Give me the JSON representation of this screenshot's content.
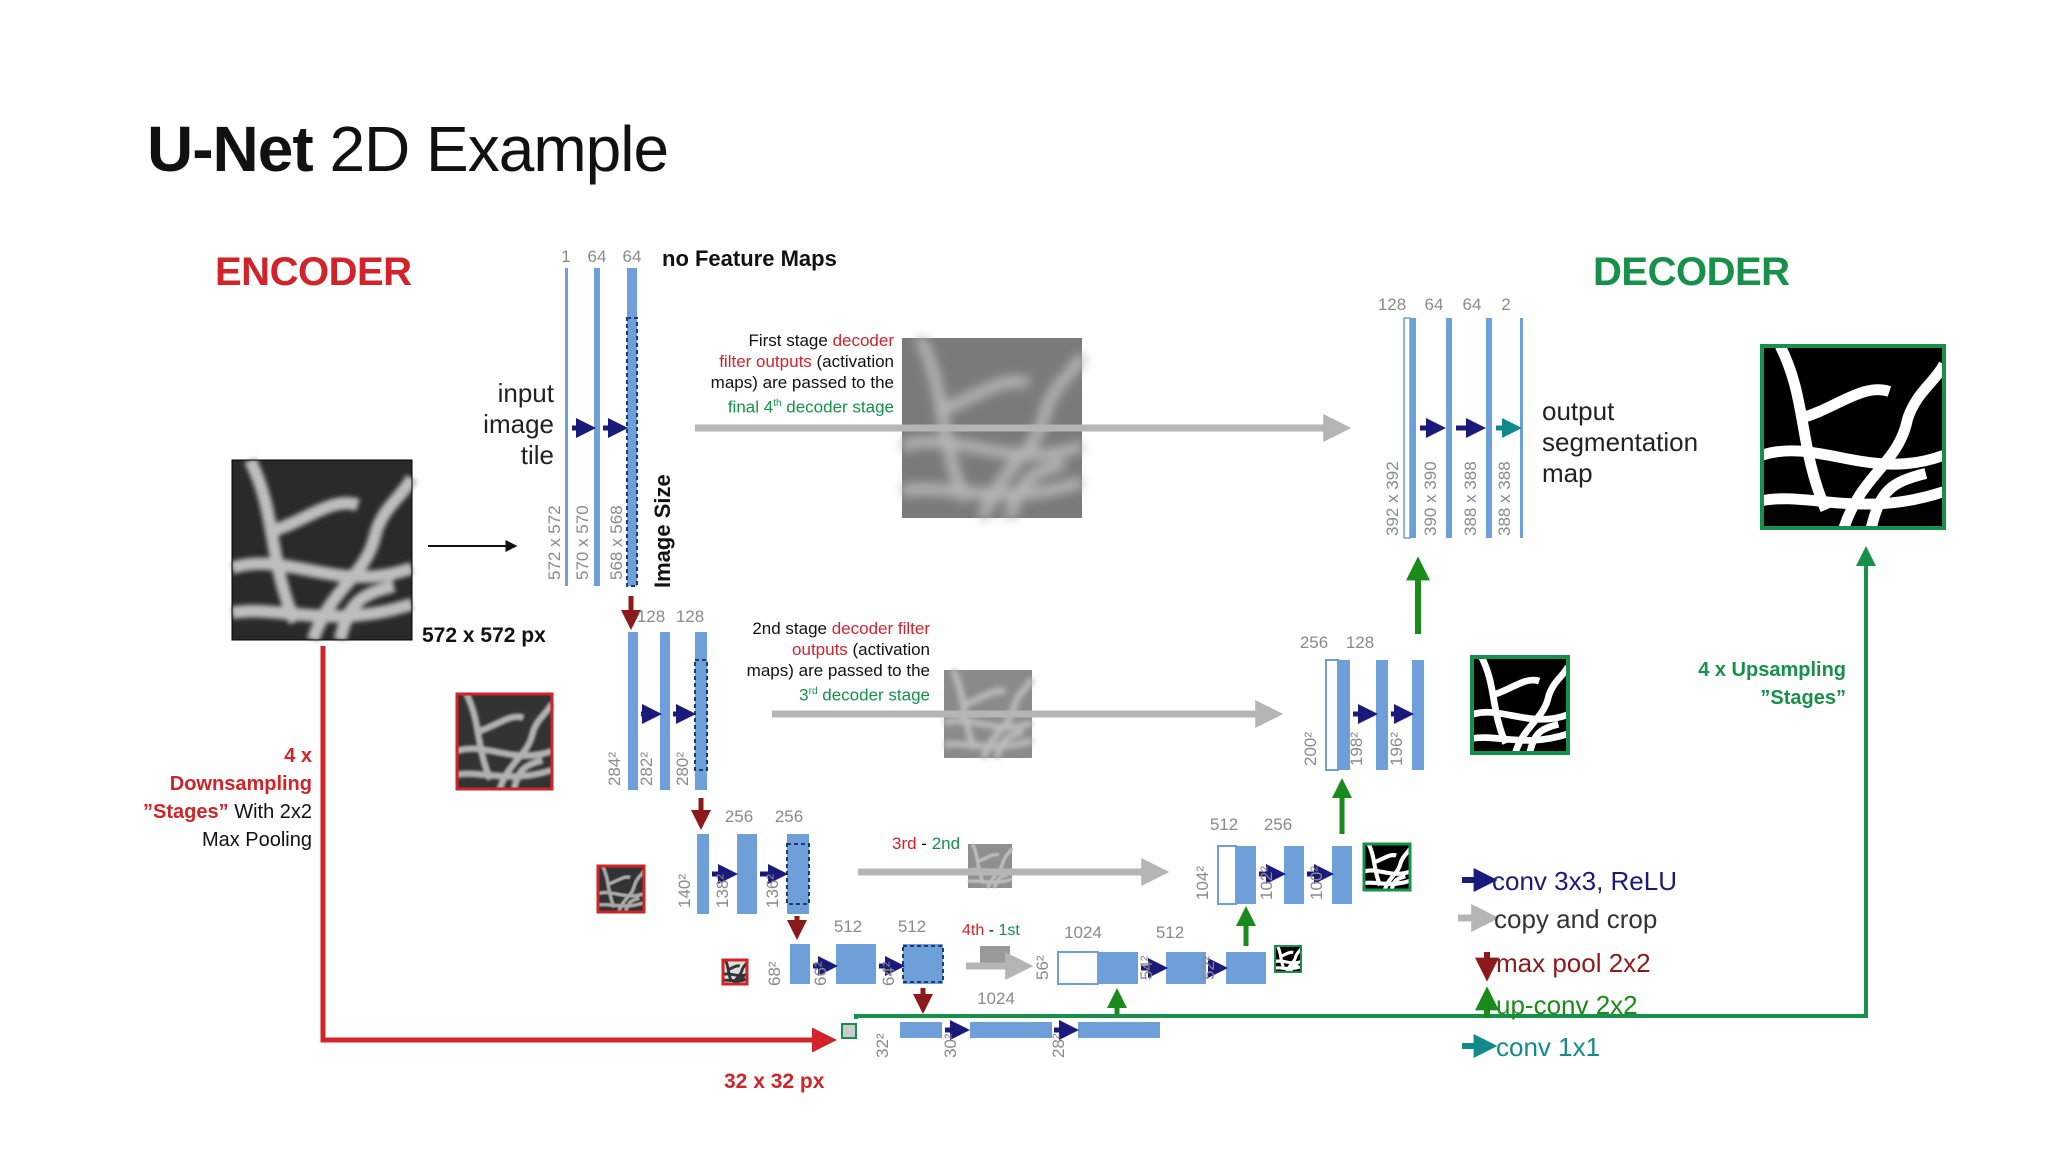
{
  "title": {
    "bold": "U-Net",
    "rest": "2D Example"
  },
  "encoder_label": "ENCODER",
  "decoder_label": "DECODER",
  "feature_maps_label": "no Feature Maps",
  "image_size_label": "Image Size",
  "input_tile_label": [
    "input",
    "image",
    "tile"
  ],
  "output_map_label": [
    "output",
    "segmentation",
    "map"
  ],
  "input_size_label": "572 x 572 px",
  "bottleneck_size_label": "32 x 32 px",
  "downsampling": {
    "count": "4 x",
    "word": "Downsampling",
    "stages": "”Stages”",
    "rest": "With 2x2",
    "last": "Max Pooling"
  },
  "upsampling": {
    "line1": "4 x Upsampling",
    "line2": "”Stages”"
  },
  "notes": {
    "first": {
      "a": "First stage ",
      "b": "decoder",
      "c": "filter outputs",
      "d": " (activation",
      "e": "maps) are passed to the",
      "f": "final 4",
      "sup": "th",
      "g": " decoder stage"
    },
    "second": {
      "a": "2nd stage ",
      "b": "decoder filter",
      "c": "outputs",
      "d": " (activation",
      "e": "maps) are passed to the",
      "f": "3",
      "sup": "rd",
      "g": " decoder stage"
    },
    "third": {
      "a": "3rd",
      "sep": " - ",
      "b": "2nd"
    },
    "fourth": {
      "a": "4th",
      "sep": " - ",
      "b": "1st"
    }
  },
  "channels": {
    "l1": [
      "1",
      "64",
      "64"
    ],
    "l2": [
      "128",
      "128"
    ],
    "l3": [
      "256",
      "256"
    ],
    "l4": [
      "512",
      "512"
    ],
    "bottom": [
      "1024"
    ],
    "u4": [
      "1024",
      "512"
    ],
    "u3": [
      "512",
      "256"
    ],
    "u2": [
      "256",
      "128"
    ],
    "u1": [
      "128",
      "64",
      "64",
      "2"
    ]
  },
  "sizes": {
    "l1": [
      "572 x 572",
      "570 x 570",
      "568 x 568"
    ],
    "l2": [
      "284²",
      "282²",
      "280²"
    ],
    "l3": [
      "140²",
      "138²",
      "136²"
    ],
    "l4": [
      "68²",
      "66²",
      "64²"
    ],
    "bottom": [
      "32²",
      "30²",
      "28²"
    ],
    "u4": [
      "56²",
      "54²",
      "52²"
    ],
    "u3": [
      "104²",
      "102²",
      "100²"
    ],
    "u2": [
      "200²",
      "198²",
      "196²"
    ],
    "u1": [
      "392 x 392",
      "390 x 390",
      "388 x 388",
      "388 x 388"
    ]
  },
  "legend": [
    {
      "label": "conv 3x3, ReLU",
      "kind": "conv"
    },
    {
      "label": "copy and crop",
      "kind": "copy"
    },
    {
      "label": "max pool 2x2",
      "kind": "pool"
    },
    {
      "label": "up-conv 2x2",
      "kind": "up"
    },
    {
      "label": "conv 1x1",
      "kind": "conv1"
    }
  ],
  "colors": {
    "encoder_red": "#d1232a",
    "decoder_green": "#17904a",
    "feature_map_blue": "#6f9fd8",
    "conv_arrow": "#1a1a7a",
    "copy_arrow": "#b5b5b5",
    "pool_arrow": "#8b1a1a",
    "up_arrow": "#1a8a1a",
    "conv1x1_arrow": "#138a8a"
  },
  "icons": [
    "input-tissue-image",
    "output-segmentation-image",
    "arrow-right-icon"
  ]
}
